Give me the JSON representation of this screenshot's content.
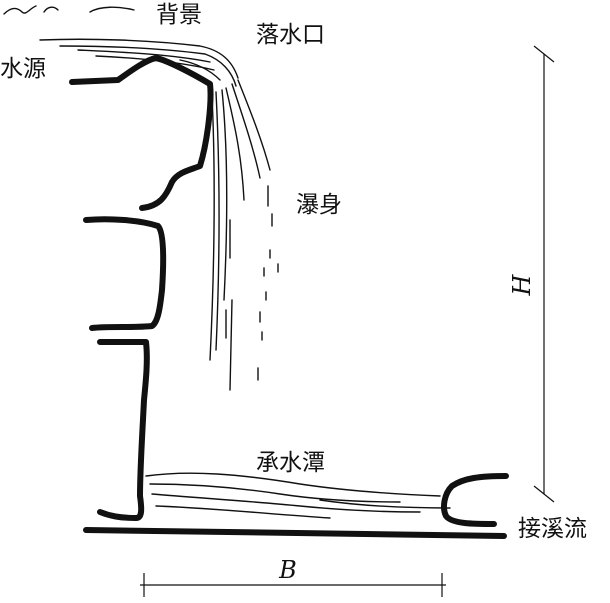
{
  "labels": {
    "background": "背景",
    "outlet": "落水口",
    "water_source": "水源",
    "fall_body": "瀑身",
    "plunge_pool": "承水潭",
    "downstream": "接溪流",
    "height": "H",
    "width": "B"
  }
}
